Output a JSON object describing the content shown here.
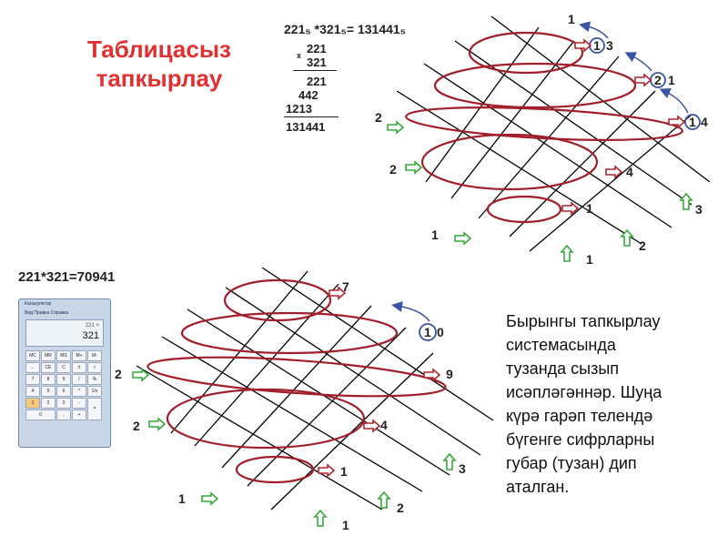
{
  "title": {
    "line1": "Таблицасыз",
    "line2": "тапкырлау"
  },
  "top_example": {
    "equation": "221₅ *321₅= 131441₅",
    "multiply_sign": "x",
    "rows": [
      "221",
      "321",
      "221",
      "442",
      "1213",
      "131441"
    ]
  },
  "bottom_example": {
    "equation": "221*321=70941"
  },
  "calculator": {
    "title": "Калькулятор",
    "menu": "Вид  Правка  Справка",
    "display_top": "221 ×",
    "display_main": "321",
    "keys": [
      "MC",
      "MR",
      "MS",
      "M+",
      "M-",
      "←",
      "CE",
      "C",
      "±",
      "√",
      "7",
      "8",
      "9",
      "/",
      "%",
      "4",
      "5",
      "6",
      "*",
      "1/x",
      "1",
      "2",
      "3",
      "-",
      "=",
      "0",
      ",",
      "+"
    ]
  },
  "top_diagram": {
    "labels": {
      "top_carry": "1",
      "result_d1": "1",
      "result_d1b": "3",
      "result_d2": "2",
      "result_d2b": "1",
      "result_d3": "1",
      "result_d3b": "4",
      "mid4": "4",
      "bottom1": "1",
      "left2a": "2",
      "left2b": "2",
      "left1": "1",
      "b1": "1",
      "b2": "2",
      "b3": "3"
    }
  },
  "bottom_diagram": {
    "labels": {
      "top7": "7",
      "ten_a": "1",
      "ten_b": "0",
      "nine": "9",
      "four": "4",
      "one": "1",
      "left2a": "2",
      "left2b": "2",
      "left1": "1",
      "b1": "1",
      "b2": "2",
      "b3": "3"
    }
  },
  "paragraph": [
    "Бырынгы тапкырлау",
    "системасында",
    "тузанда сызып",
    "исәпләгәннәр. Шуңа",
    "күрә гарәп телендә",
    "бүгенге сифрларны",
    "губар (тузан) дип",
    "аталган."
  ],
  "colors": {
    "title": "#e03030",
    "ellipse": "#a01f2a",
    "arrow_green": "#37a83a",
    "arrow_red": "#b0262f",
    "circle_blue": "#3a53a4"
  }
}
